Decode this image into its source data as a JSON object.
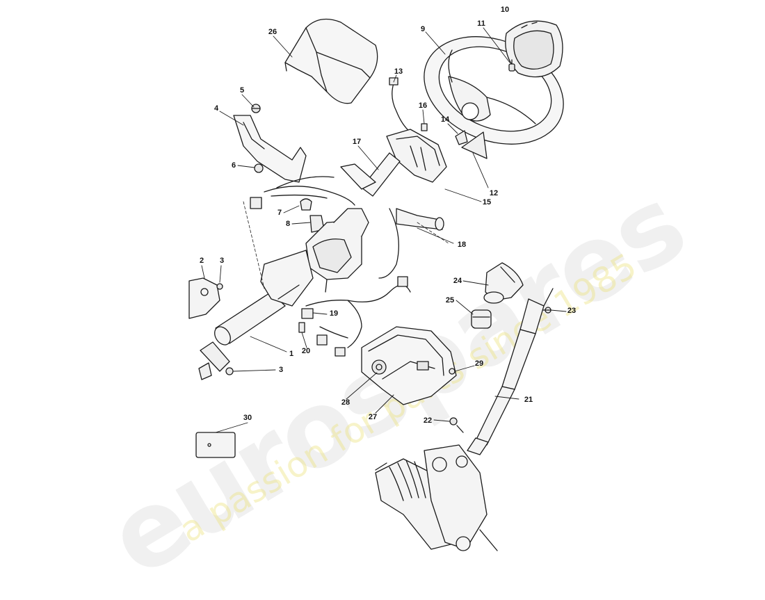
{
  "diagram": {
    "labels": {
      "l1": "1",
      "l2": "2",
      "l3a": "3",
      "l3b": "3",
      "l4": "4",
      "l5": "5",
      "l6": "6",
      "l7": "7",
      "l8": "8",
      "l9": "9",
      "l10": "10",
      "l11": "11",
      "l12": "12",
      "l13": "13",
      "l14": "14",
      "l15": "15",
      "l16": "16",
      "l17": "17",
      "l18": "18",
      "l19": "19",
      "l20": "20",
      "l21": "21",
      "l22": "22",
      "l23": "23",
      "l24": "24",
      "l25": "25",
      "l26": "26",
      "l27": "27",
      "l28": "28",
      "l29": "29",
      "l30": "30"
    }
  },
  "watermark": {
    "logo": "eurospares",
    "tagline": "a passion for parts since 1985"
  },
  "colors": {
    "line": "#1a1a1a",
    "fill": "#f6f6f6",
    "watermark_logo": "#c8c8c8",
    "watermark_tagline": "#ece278"
  }
}
